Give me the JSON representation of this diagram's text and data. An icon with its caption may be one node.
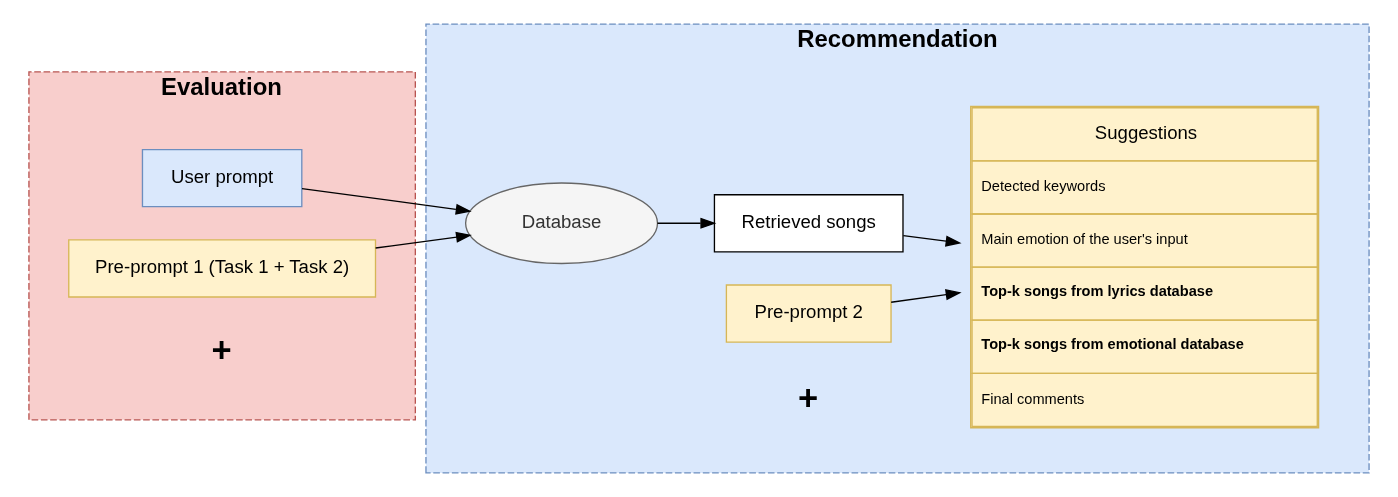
{
  "diagram": {
    "nodes": [
      {
        "text": [
          "Evaluation"
        ]
      },
      {
        "text": [
          "User prompt"
        ],
        "in": 0
      },
      {
        "text": [
          "Pre-prompt 1 (Task 1 + Task 2)"
        ],
        "in": 0
      },
      {
        "text": [
          "Recommendation"
        ]
      },
      {
        "text": [
          "Database"
        ],
        "in": 3
      },
      {
        "text": [
          "Retrieved songs"
        ],
        "in": 3
      },
      {
        "text": [
          "Pre-prompt 2"
        ],
        "in": 3
      },
      {
        "text": [
          "Suggestions",
          "Detected keywords",
          "Main emotion of the user's input",
          "Top-k songs from lyrics database",
          "Top-k songs from emotional database",
          "Final comments"
        ],
        "in": 3
      }
    ],
    "edges": [
      {
        "from": 1,
        "to": 4,
        "arrow": "to"
      },
      {
        "from": 2,
        "to": 4,
        "arrow": "to"
      },
      {
        "from": 4,
        "to": 5,
        "arrow": "to"
      },
      {
        "from": 5,
        "to": 7,
        "arrow": "to"
      },
      {
        "from": 6,
        "to": 7,
        "arrow": "to"
      }
    ],
    "labels": [
      "+",
      "+"
    ]
  }
}
